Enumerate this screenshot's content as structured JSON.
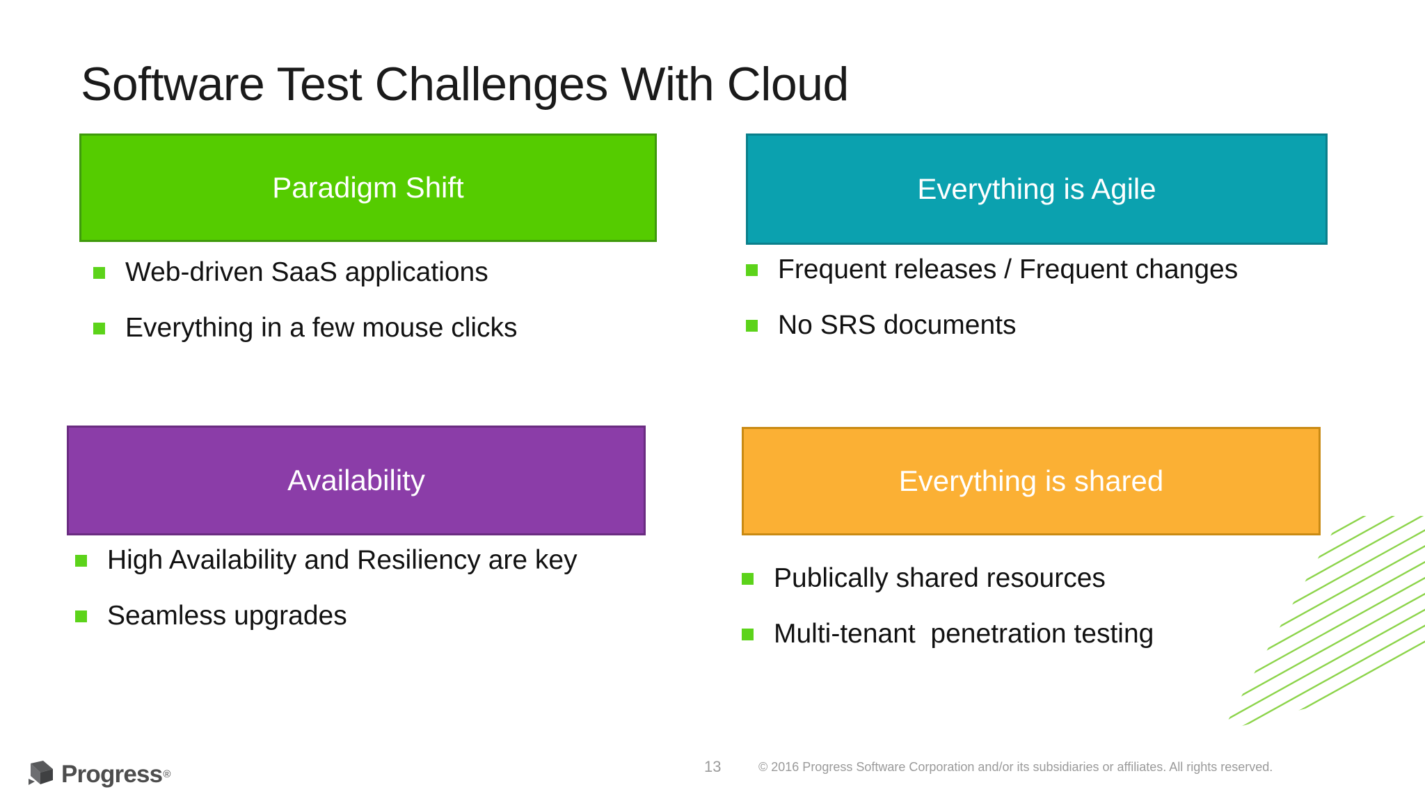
{
  "slide": {
    "title": "Software Test Challenges With Cloud",
    "background": "#FFFFFF"
  },
  "panels": [
    {
      "key": "paradigm",
      "header": "Paradigm Shift",
      "fill": "#55CC00",
      "border": "#3E9A0B",
      "bullets": [
        "Web-driven SaaS applications",
        "Everything in a few mouse clicks"
      ]
    },
    {
      "key": "agile",
      "header": "Everything is Agile",
      "fill": "#0BA1AF",
      "border": "#0A7F8B",
      "bullets": [
        "Frequent releases / Frequent changes",
        "No SRS documents"
      ]
    },
    {
      "key": "availability",
      "header": "Availability",
      "fill": "#8B3DA8",
      "border": "#6A2C81",
      "bullets": [
        "High Availability and Resiliency are key",
        "Seamless upgrades"
      ]
    },
    {
      "key": "shared",
      "header": "Everything is shared",
      "fill": "#FBB034",
      "border": "#C98A13",
      "bullets": [
        "Publically shared resources",
        "Multi-tenant  penetration testing"
      ]
    }
  ],
  "bullet_marker_color": "#5CD31A",
  "footer": {
    "logo_text": "Progress",
    "logo_trademark": "®",
    "page_number": "13",
    "copyright": "© 2016 Progress Software Corporation and/or its subsidiaries or affiliates. All rights reserved."
  },
  "decoration": {
    "stripes_light_color": "#8CD44A",
    "stripes_dark_color": "#4AA81E"
  }
}
